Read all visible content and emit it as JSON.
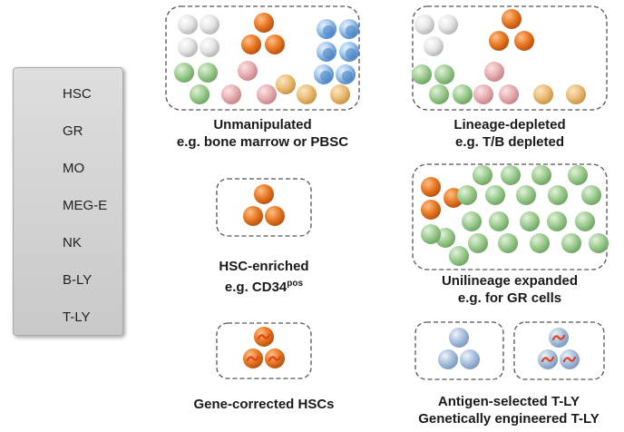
{
  "legend": {
    "items": [
      {
        "label": "HSC",
        "color": "#e8731f",
        "icon": "hsc-cell-icon"
      },
      {
        "label": "GR",
        "color": "#97c98a",
        "icon": "gr-cell-icon"
      },
      {
        "label": "MO",
        "color": "#e4e4e4",
        "icon": "mo-cell-icon"
      },
      {
        "label": "MEG-E",
        "color": "#e6aeb2",
        "icon": "meg-e-cell-icon"
      },
      {
        "label": "NK",
        "color": "#ebbb74",
        "icon": "nk-cell-icon"
      },
      {
        "label": "B-LY",
        "color": "#5f9ad6",
        "icon": "b-ly-cell-icon"
      },
      {
        "label": "T-LY",
        "color": "#9db8d9",
        "icon": "t-ly-cell-icon"
      }
    ]
  },
  "panels": {
    "unmanipulated": {
      "line1": "Unmanipulated",
      "line2": "e.g. bone marrow or PBSC"
    },
    "lineage_depleted": {
      "line1": "Lineage-depleted",
      "line2": "e.g. T/B depleted"
    },
    "hsc_enriched": {
      "line1": "HSC-enriched",
      "line2_main": "e.g. CD34",
      "line2_sup": "pos"
    },
    "unilineage": {
      "line1": "Unilineage expanded",
      "line2": "e.g. for GR cells"
    },
    "gene_corrected": {
      "line1": "Gene-corrected HSCs"
    },
    "antigen_selected": {
      "line1": "Antigen-selected T-LY",
      "line2": "Genetically engineered T-LY"
    }
  }
}
